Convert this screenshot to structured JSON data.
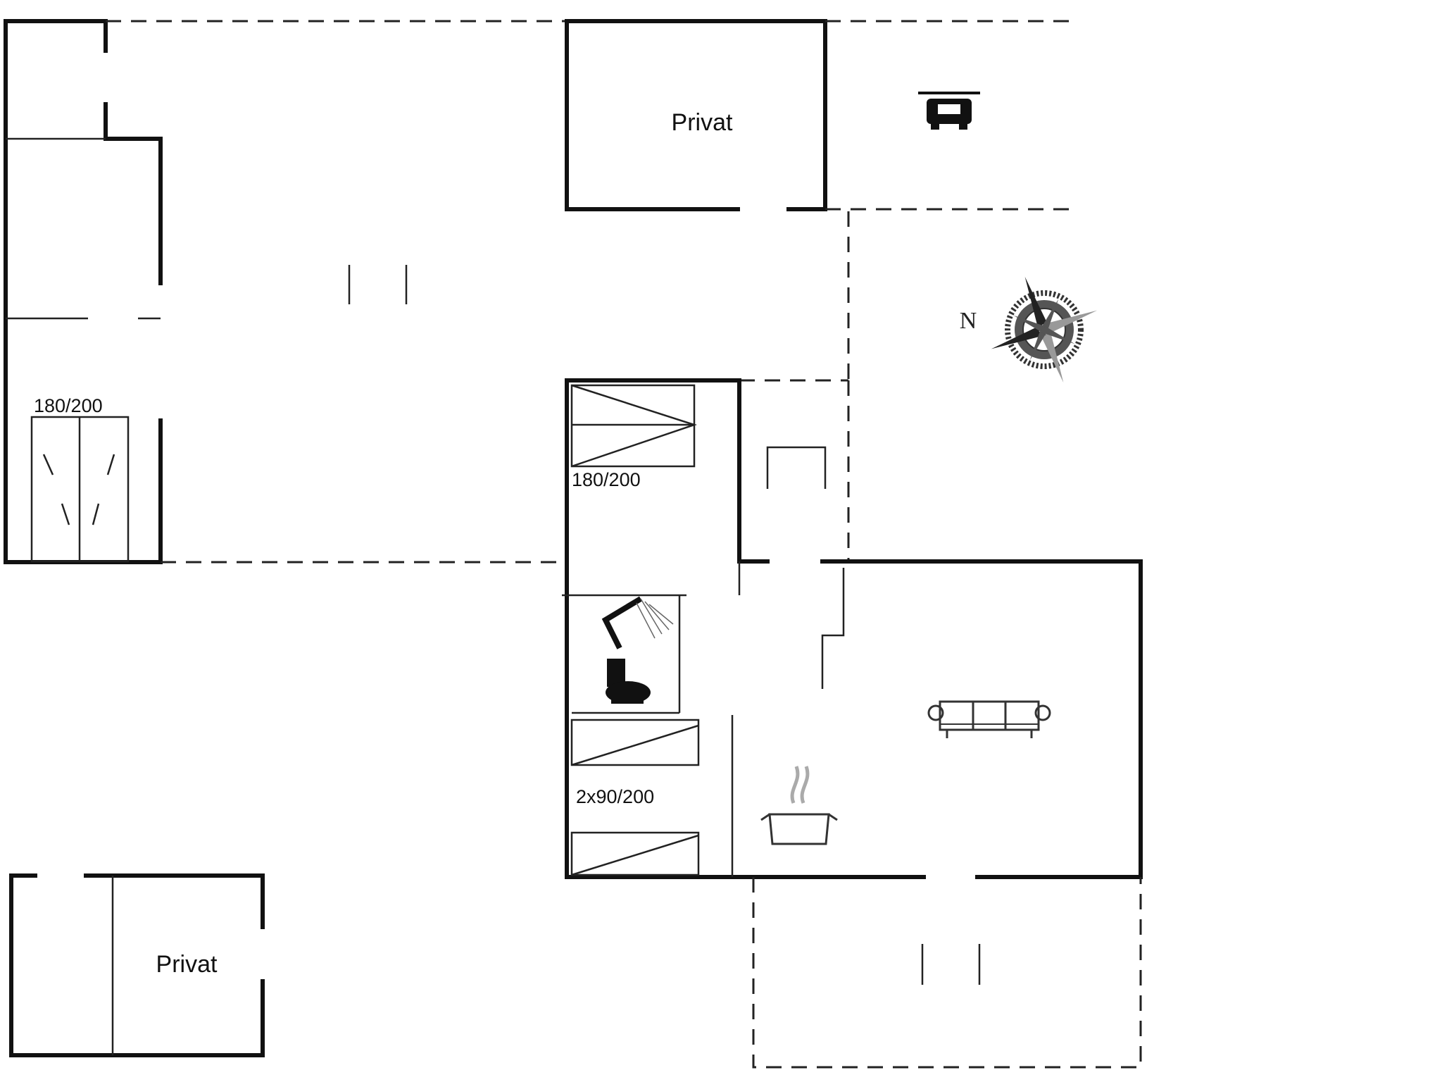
{
  "labels": {
    "privat_top": "Privat",
    "privat_bottom": "Privat",
    "bed_left": "180/200",
    "bed_middle": "180/200",
    "bed_lower": "2x90/200",
    "compass_north": "N"
  },
  "icons": [
    "car-icon",
    "compass-rose-icon",
    "shower-icon",
    "toilet-icon",
    "sofa-icon",
    "cooking-pot-icon"
  ],
  "colors": {
    "wall": "#111111",
    "background": "#ffffff"
  }
}
